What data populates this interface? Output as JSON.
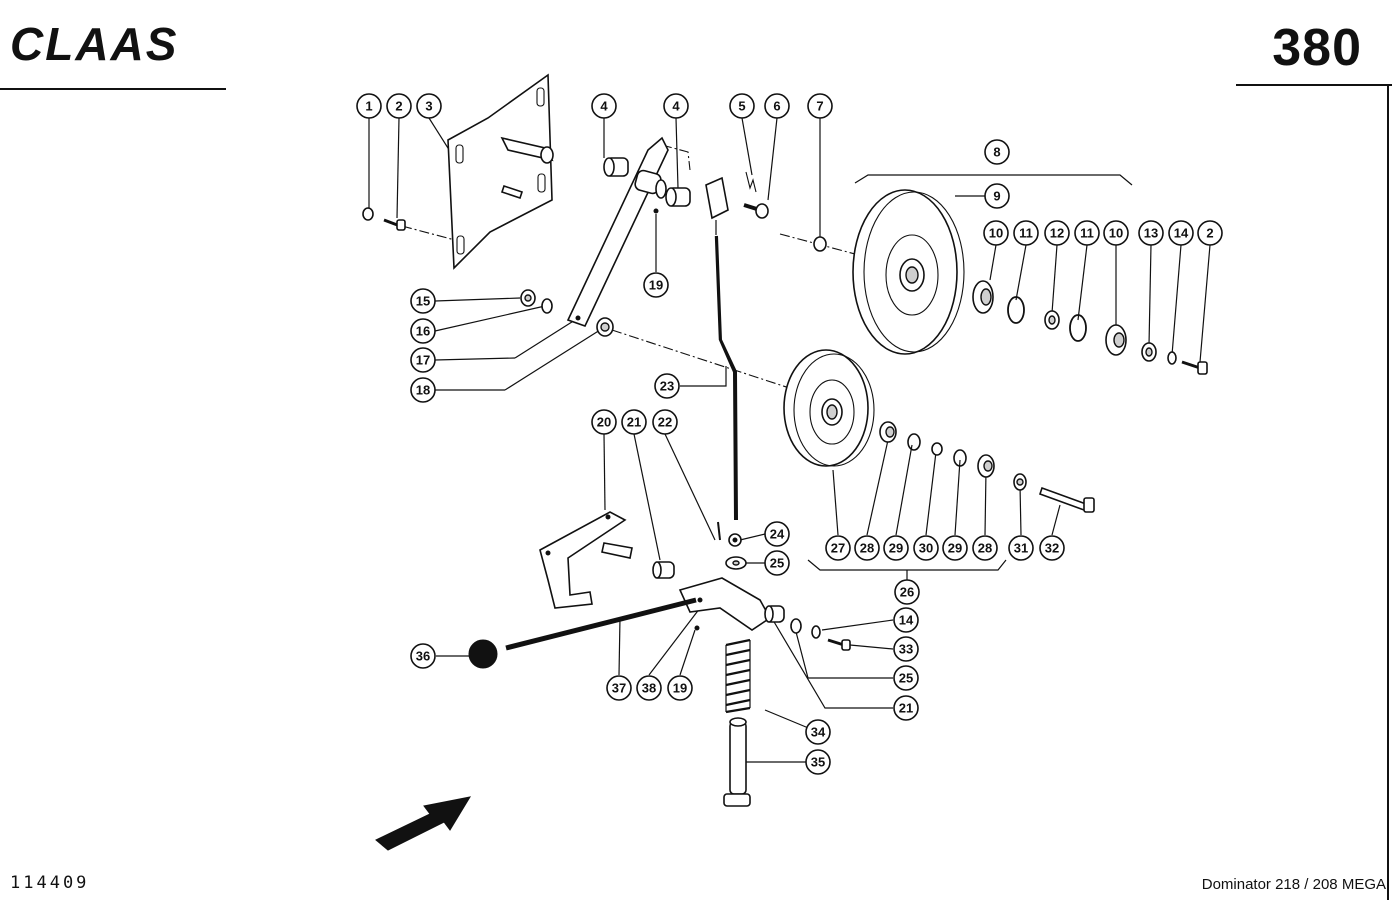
{
  "header": {
    "brand": "CLAAS",
    "page_number": "380"
  },
  "footer": {
    "drawing_number": "114409",
    "model": "Dominator 218 / 208 MEGA"
  },
  "callouts": [
    "1",
    "2",
    "3",
    "4",
    "4",
    "5",
    "6",
    "7",
    "8",
    "9",
    "10",
    "11",
    "12",
    "11",
    "10",
    "13",
    "14",
    "2",
    "15",
    "16",
    "17",
    "18",
    "19",
    "23",
    "20",
    "21",
    "22",
    "27",
    "28",
    "29",
    "30",
    "29",
    "28",
    "31",
    "32",
    "24",
    "25",
    "26",
    "14",
    "33",
    "25",
    "21",
    "36",
    "37",
    "38",
    "19",
    "34",
    "35"
  ],
  "colors": {
    "ink": "#111111",
    "paper": "#ffffff"
  }
}
